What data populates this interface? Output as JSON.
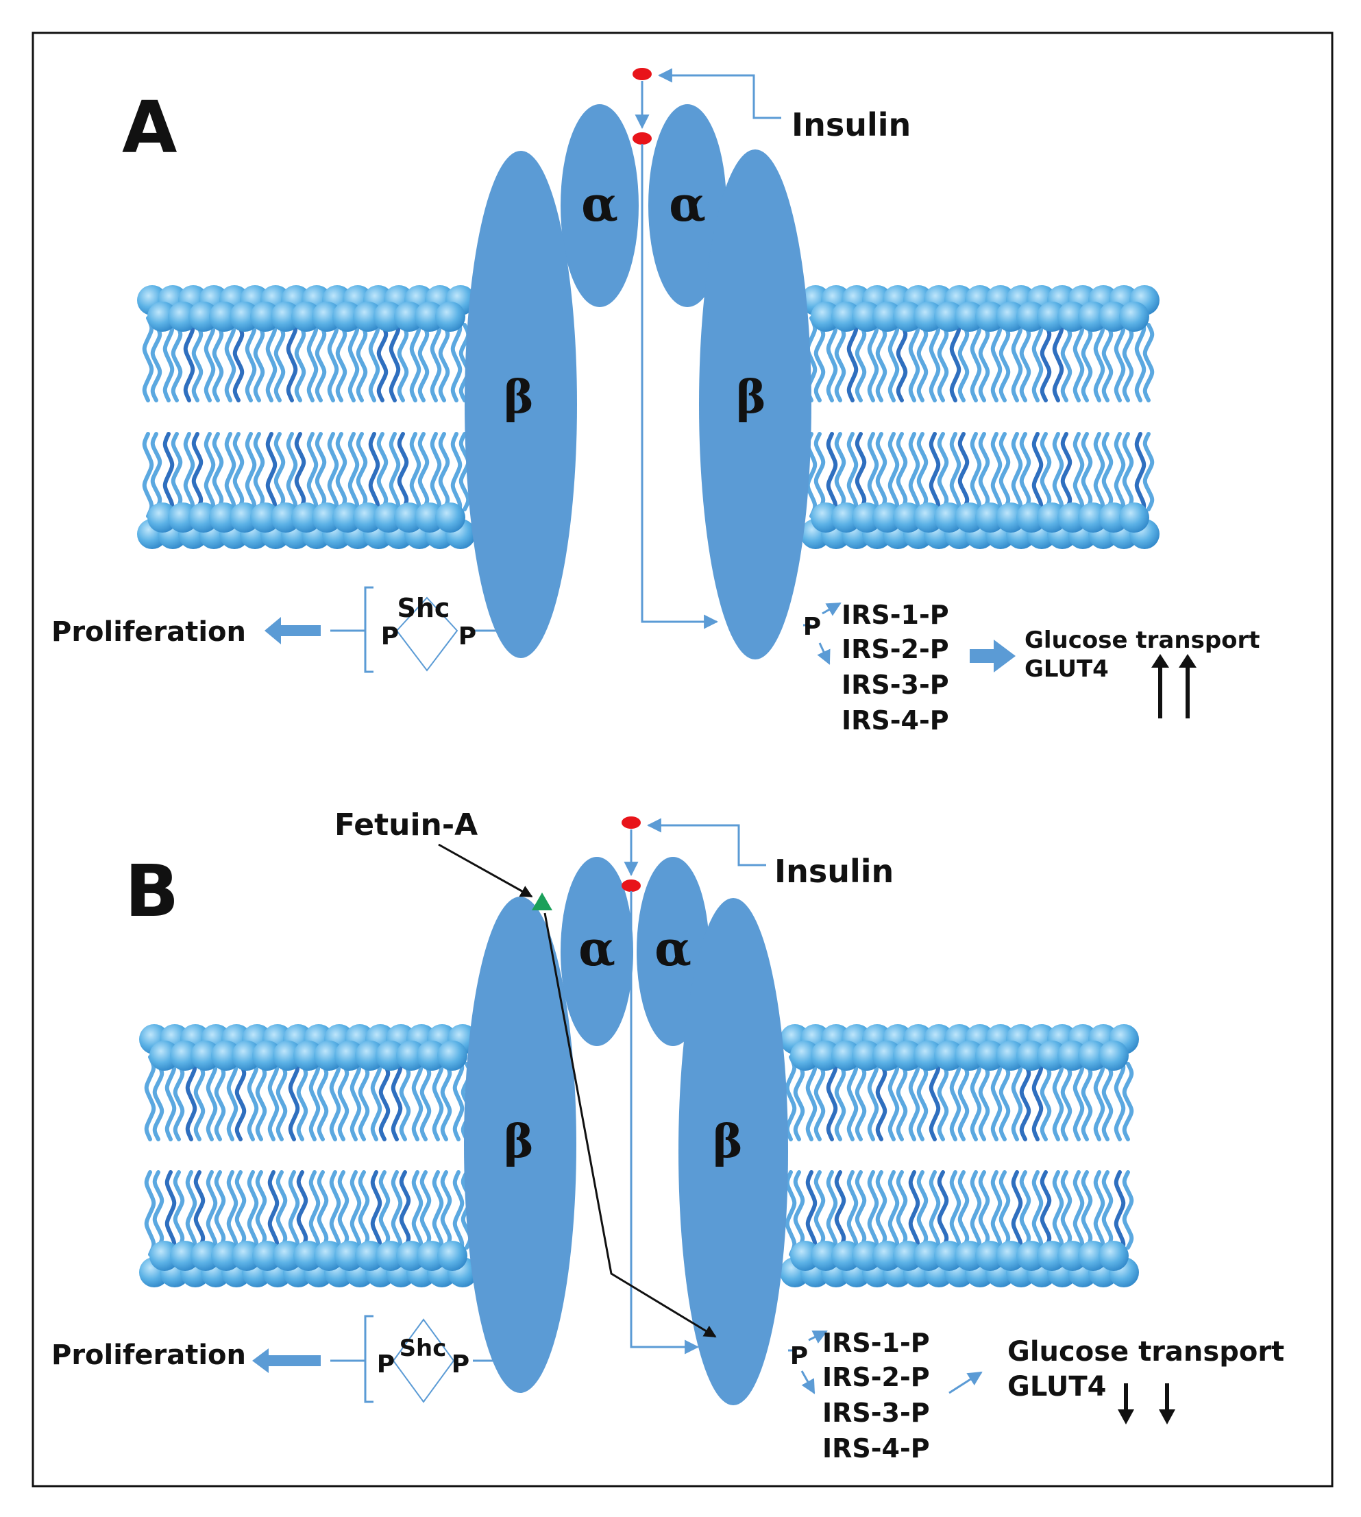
{
  "colors": {
    "receptor": "#5b9bd5",
    "lipid_head": "#5cb2e6",
    "lipid_tail_light": "#5ba8e0",
    "lipid_tail_dark": "#2f6fbf",
    "arrow": "#5b9bd5",
    "insulin": "#e8141a",
    "fetuin": "#1aa05a",
    "ink": "#111111"
  },
  "panel_a": {
    "letter": "A",
    "insulin_label": "Insulin",
    "alpha_label": "α",
    "beta_label": "β",
    "shc_label": "Shc",
    "p_label": "P",
    "proliferation_label": "Proliferation",
    "irs": [
      "IRS-1-P",
      "IRS-2-P",
      "IRS-3-P",
      "IRS-4-P"
    ],
    "glucose_transport_label": "Glucose transport",
    "glut4_label": "GLUT4",
    "effect": "up-double-arrow-icon"
  },
  "panel_b": {
    "letter": "B",
    "insulin_label": "Insulin",
    "fetuin_label": "Fetuin-A",
    "alpha_label": "α",
    "beta_label": "β",
    "shc_label": "Shc",
    "p_label": "P",
    "proliferation_label": "Proliferation",
    "irs": [
      "IRS-1-P",
      "IRS-2-P",
      "IRS-3-P",
      "IRS-4-P"
    ],
    "glucose_transport_label": "Glucose transport",
    "glut4_label": "GLUT4",
    "effect": "down-double-arrow-icon"
  }
}
